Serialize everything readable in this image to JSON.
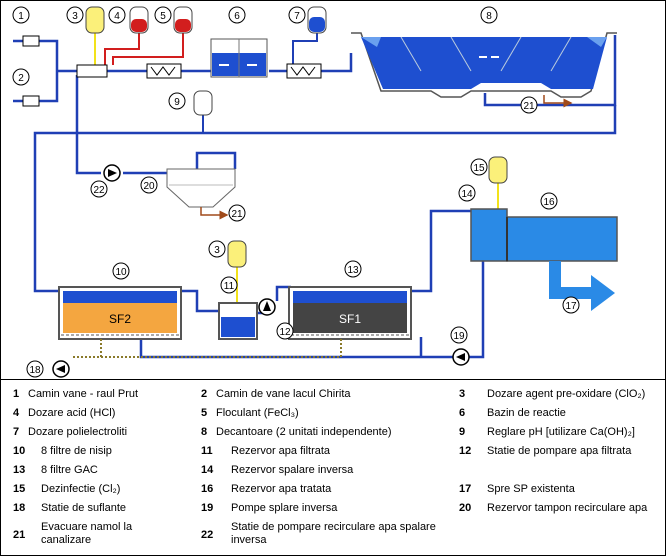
{
  "colors": {
    "pipe_blue": "#1f3fb5",
    "pipe_red": "#d21e1e",
    "pipe_yellow": "#f2e21a",
    "water_blue": "#1e4fd0",
    "water_light": "#2a8ae6",
    "sand": "#f4a640",
    "gac": "#444444",
    "sludge": "#a04a1a"
  },
  "labels": {
    "n1": "1",
    "n2": "2",
    "n3a": "3",
    "n3b": "3",
    "n4": "4",
    "n5": "5",
    "n6": "6",
    "n7": "7",
    "n8": "8",
    "n9": "9",
    "n10": "10",
    "n11": "11",
    "n12": "12",
    "n13": "13",
    "n14": "14",
    "n15": "15",
    "n16": "16",
    "n17": "17",
    "n18": "18",
    "n19": "19",
    "n20": "20",
    "n21a": "21",
    "n21b": "21",
    "n22": "22",
    "sf1": "SF1",
    "sf2": "SF2"
  },
  "legend": [
    {
      "num": "1",
      "text": "Camin vane  - raul Prut"
    },
    {
      "num": "2",
      "text": "Camin de vane lacul Chirita"
    },
    {
      "num": "3",
      "text": "Dozare agent pre-oxidare (ClO₂)"
    },
    {
      "num": "4",
      "text": "Dozare acid (HCl)"
    },
    {
      "num": "5",
      "text": "Floculant (FeCl₃)"
    },
    {
      "num": "6",
      "text": "Bazin de reactie"
    },
    {
      "num": "7",
      "text": "Dozare polielectroliti"
    },
    {
      "num": "8",
      "text": "Decantoare (2 unitati independente)"
    },
    {
      "num": "9",
      "text": "Reglare pH [utilizare Ca(OH)₂]"
    },
    {
      "num": "10",
      "text": "8 filtre de nisip"
    },
    {
      "num": "11",
      "text": "Rezervor apa filtrata"
    },
    {
      "num": "12",
      "text": "Statie de pompare apa filtrata"
    },
    {
      "num": "13",
      "text": "8 filtre GAC"
    },
    {
      "num": "14",
      "text": "Rezervor spalare inversa"
    },
    {
      "num": "15",
      "text": "Dezinfectie (Cl₂)"
    },
    {
      "num": "16",
      "text": "Rezervor apa tratata"
    },
    {
      "num": "17",
      "text": "Spre SP existenta"
    },
    {
      "num": "18",
      "text": "Statie de suflante"
    },
    {
      "num": "19",
      "text": "Pompe splare inversa"
    },
    {
      "num": "20",
      "text": "Rezervor tampon recirculare apa"
    },
    {
      "num": "21",
      "text": "Evacuare namol la canalizare"
    },
    {
      "num": "22",
      "text": "Statie de pompare recirculare apa spalare inversa"
    }
  ]
}
